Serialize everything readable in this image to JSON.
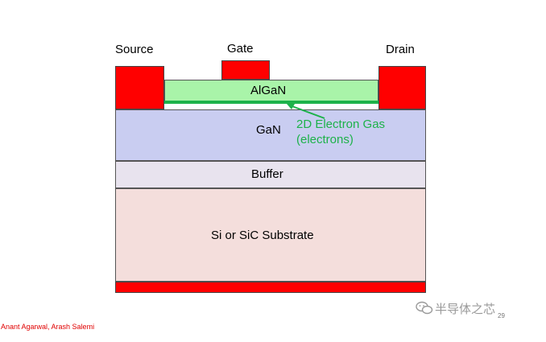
{
  "labels": {
    "source": "Source",
    "gate": "Gate",
    "drain": "Drain",
    "algan": "AlGaN",
    "gan": "GaN",
    "buffer": "Buffer",
    "substrate": "Si or SiC Substrate",
    "two_deg_line1": "2D Electron Gas",
    "two_deg_line2": "(electrons)"
  },
  "footer": {
    "authors": "Anant Agarwal, Arash Salemi",
    "watermark": "半导体之芯",
    "page_number": "29"
  },
  "colors": {
    "contact": "#ff0000",
    "algan": "#a9f4a9",
    "gan": "#c9cdf1",
    "buffer": "#e8e3ee",
    "substrate": "#f4dedc",
    "two_deg": "#1db24a",
    "author_text": "#e00000"
  },
  "icons": {
    "watermark_icon": "wechat-icon",
    "pointer": "arrow-icon"
  }
}
